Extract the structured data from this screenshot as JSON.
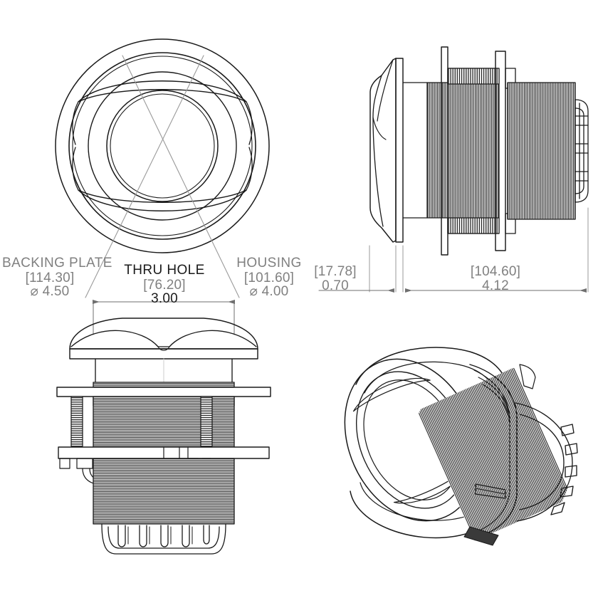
{
  "drawing": {
    "subject": "thru-hull vent fitting",
    "background_color": "#ffffff",
    "line_color": "#1a1a1a",
    "dim_color": "#808080",
    "views": [
      {
        "name": "front-view",
        "label": "front circular view",
        "position": "top-left"
      },
      {
        "name": "side-view",
        "label": "side profile view",
        "position": "top-right"
      },
      {
        "name": "elevation-view",
        "label": "vertical elevation view",
        "position": "bottom-left"
      },
      {
        "name": "isometric-view",
        "label": "isometric 3d view",
        "position": "bottom-right"
      }
    ]
  },
  "callouts": {
    "backing_plate": {
      "title": "BACKING PLATE",
      "metric": "[114.30]",
      "imperial": "⌀ 4.50"
    },
    "thru_hole": {
      "title": "THRU HOLE",
      "metric": "[76.20]",
      "imperial": "3.00"
    },
    "housing": {
      "title": "HOUSING",
      "metric": "[101.60]",
      "imperial": "⌀ 4.00"
    }
  },
  "dimensions": {
    "flange_thickness": {
      "metric": "[17.78]",
      "imperial": "0.70"
    },
    "overall_length": {
      "metric": "[104.60]",
      "imperial": "4.12"
    }
  }
}
